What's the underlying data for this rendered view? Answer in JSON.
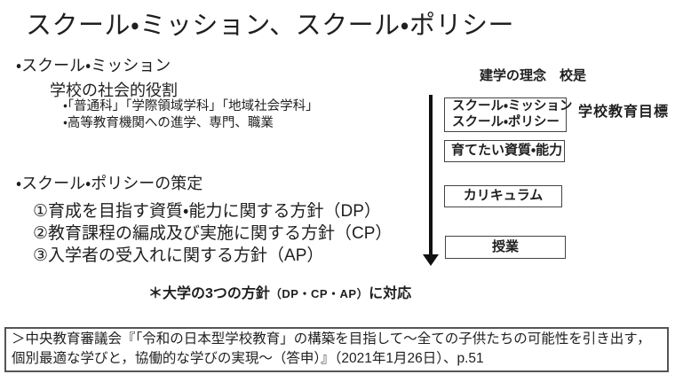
{
  "slide": {
    "title": "スクール・ミッション、スクール・ポリシー"
  },
  "mission_section": {
    "heading": "・スクール・ミッション",
    "subheading": "学校の社会的役割",
    "bullets": [
      "・「普通科」「学際領域学科」「地域社会学科」",
      "・高等教育機関への進学、専門、職業"
    ]
  },
  "policy_section": {
    "heading": "・スクール・ポリシーの策定",
    "items": [
      "①育成を目指す資質・能力に関する方針（DP）",
      "②教育課程の編成及び実施に関する方針（CP）",
      "③入学者の受入れに関する方針（AP）"
    ],
    "footnote_parts": {
      "prefix": "＊大学の3つの方針",
      "paren": "（DP・CP・AP）",
      "suffix": "に対応"
    }
  },
  "diagram": {
    "labels": {
      "founding_principle": "建学の理念",
      "school_motto": "校是",
      "school_goal": "学校教育目標"
    },
    "boxes": [
      {
        "lines": [
          "スクール・ミッション",
          "スクール・ポリシー"
        ]
      },
      {
        "lines": [
          "育てたい資質・能力"
        ]
      },
      {
        "lines": [
          "カリキュラム"
        ]
      },
      {
        "lines": [
          "授業"
        ]
      }
    ]
  },
  "citation": {
    "text": "＞中央教育審議会『「令和の日本型学校教育」の構築を目指して～全ての子供たちの可能性を引き出す，個別最適な学びと，協働的な学びの実現～（答申）』（2021年1月26日）、p.51"
  },
  "colors": {
    "text": "#1f1f1f",
    "border": "#444444",
    "arrow": "#111111",
    "background": "#ffffff"
  }
}
